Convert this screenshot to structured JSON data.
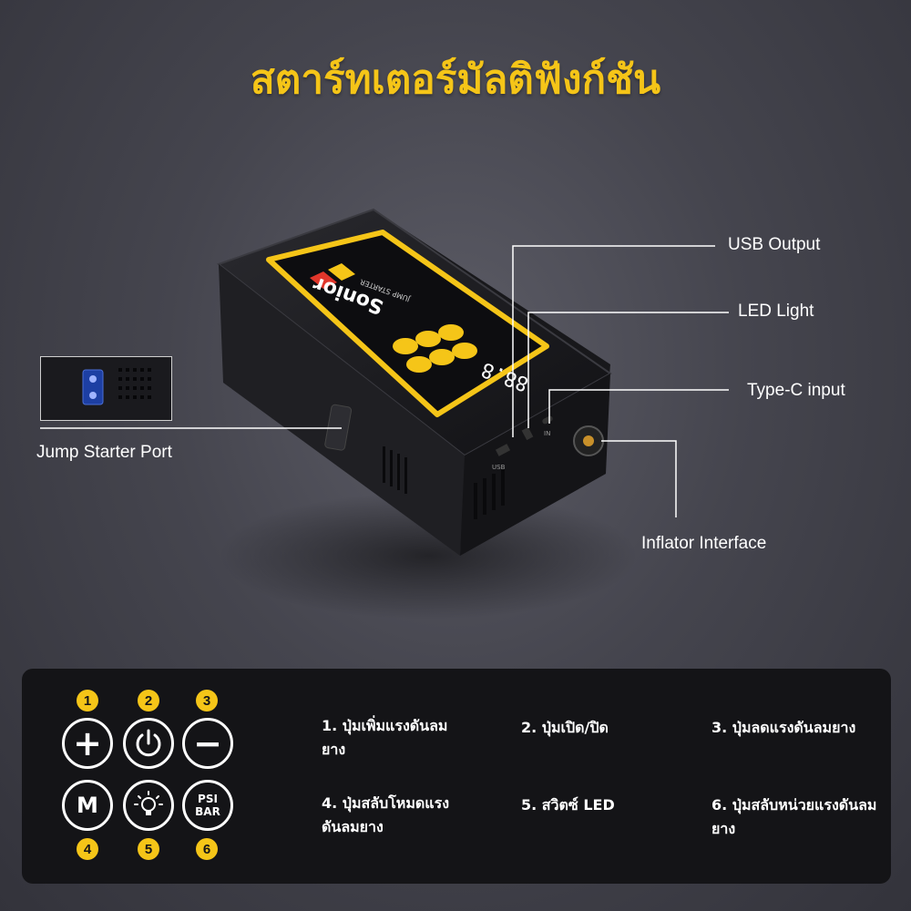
{
  "title": "สตาร์ทเตอร์มัลติฟังก์ชัน",
  "callouts": {
    "usb_output": "USB Output",
    "led_light": "LED Light",
    "type_c_input": "Type-C input",
    "inflator_interface": "Inflator Interface",
    "jump_starter_port": "Jump Starter Port"
  },
  "device": {
    "brand": "Sonior",
    "model_label": "JUMP STARTER",
    "display_digits": "88.8",
    "usb_port_label": "USB",
    "in_port_label": "IN"
  },
  "buttons": [
    {
      "number": "1",
      "symbol": "+",
      "description": "1. ปุ่มเพิ่มแรงดันลมยาง"
    },
    {
      "number": "2",
      "symbol": "power",
      "description": "2. ปุ่มเปิด/ปิด"
    },
    {
      "number": "3",
      "symbol": "−",
      "description": "3. ปุ่มลดแรงดันลมยาง"
    },
    {
      "number": "4",
      "symbol": "M",
      "description": "4. ปุ่มสลับโหมดแรงดันลมยาง"
    },
    {
      "number": "5",
      "symbol": "bulb",
      "description": "5. สวิตซ์ LED"
    },
    {
      "number": "6",
      "symbol": "PSI BAR",
      "description": "6. ปุ่มสลับหน่วยแรงดันลมยาง"
    }
  ],
  "unit_labels": {
    "psi": "PSI",
    "bar": "BAR"
  },
  "colors": {
    "accent": "#f5c518",
    "panel": "#141417",
    "device_body": "#1d1d21"
  }
}
